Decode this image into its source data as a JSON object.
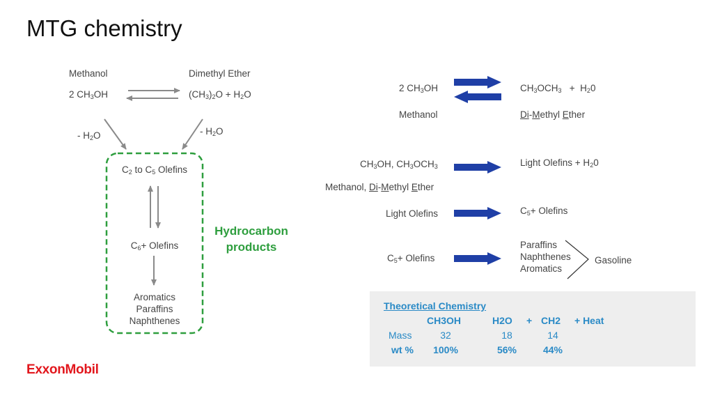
{
  "title": "MTG chemistry",
  "left": {
    "methanol_label": "Methanol",
    "methanol_formula": [
      "2 CH",
      "3",
      "OH"
    ],
    "dme_label": "Dimethyl Ether",
    "dme_formula": [
      "(CH",
      "3",
      ")",
      "2",
      "O + H",
      "2",
      "O"
    ],
    "minus_water_left": [
      "- H",
      "2",
      "O"
    ],
    "minus_water_right": [
      "- H",
      "2",
      "O"
    ],
    "c2c5_olefins": [
      "C",
      "2",
      " to C",
      "5",
      " Olefins"
    ],
    "c6_olefins": [
      "C",
      "6",
      "+ Olefins"
    ],
    "products": [
      "Aromatics",
      "Paraffins",
      "Naphthenes"
    ],
    "hydrocarbon_label": "Hydrocarbon products"
  },
  "right": {
    "r1_left": [
      "2 CH",
      "3",
      "OH"
    ],
    "r1_right": [
      "CH",
      "3",
      "OCH",
      "3",
      "   +  H",
      "2",
      "0"
    ],
    "r1_left_name": "Methanol",
    "r1_right_name": [
      "Di",
      "-",
      "M",
      "ethyl ",
      "E",
      "ther"
    ],
    "r2_left": [
      "CH",
      "3",
      "OH, CH",
      "3",
      "OCH",
      "3"
    ],
    "r2_left_name": [
      "Methanol, ",
      "Di",
      "-",
      "M",
      "ethyl ",
      "E",
      "ther"
    ],
    "r2_right": [
      "Light Olefins + H",
      "2",
      "0"
    ],
    "r3_left": "Light Olefins",
    "r3_right": [
      "C",
      "5",
      "+  Olefins"
    ],
    "r4_left": [
      "C",
      "5",
      "+  Olefins"
    ],
    "r4_products": [
      "Paraffins",
      "Naphthenes",
      "Aromatics"
    ],
    "gasoline": "Gasoline"
  },
  "theory": {
    "title": "Theoretical Chemistry",
    "eq_reactant": "CH3OH",
    "eq_p1": "H2O",
    "plus1": "+",
    "eq_p2": "CH2",
    "eq_heat": "+ Heat",
    "mass_label": "Mass",
    "mass_vals": [
      "32",
      "18",
      "14"
    ],
    "wt_label": "wt %",
    "wt_vals": [
      "100%",
      "56%",
      "44%"
    ]
  },
  "logo_text": "ExxonMobil",
  "colors": {
    "arrow_gray": "#8a8a8a",
    "dash_green": "#2e9e3e",
    "arrow_blue": "#1f3fa6",
    "accent_blue": "#2a8ac6",
    "logo_red": "#e2171d"
  }
}
